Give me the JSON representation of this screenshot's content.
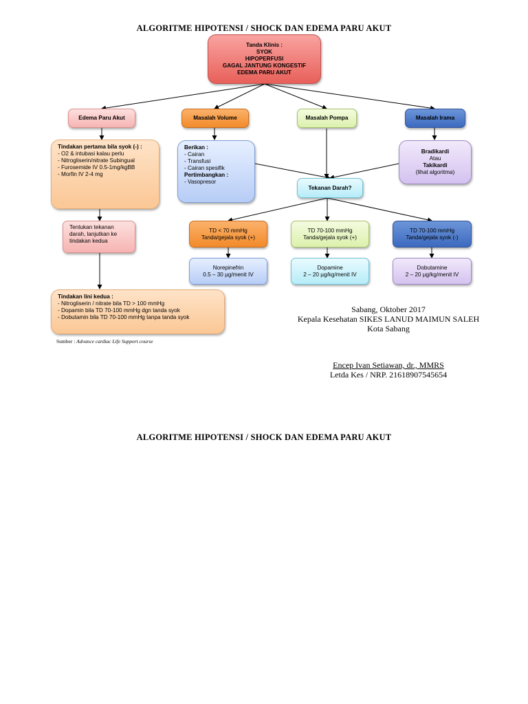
{
  "title": "ALGORITME HIPOTENSI / SHOCK DAN EDEMA PARU AKUT",
  "title_repeat": "ALGORITME HIPOTENSI / SHOCK DAN EDEMA PARU AKUT",
  "top": {
    "line1": "Tanda Klinis :",
    "line2": "SYOK",
    "line3": "HIPOPERFUSI",
    "line4": "GAGAL JANTUNG KONGESTIF",
    "line5": "EDEMA PARU AKUT"
  },
  "branches": {
    "edema": "Edema Paru Akut",
    "volume": "Masalah Volume",
    "pompa": "Masalah Pompa",
    "irama": "Masalah Irama"
  },
  "tindakan_pertama": {
    "heading": "Tindakan pertama bila syok (-) :",
    "items": [
      "- O2 & intubasi kalau perlu",
      "- Nitrogliserin/nitrate Subingual",
      "- Furosemide IV 0.5-1mg/kgBB",
      "- Morfin IV 2-4 mg"
    ]
  },
  "berikan": {
    "heading": "Berikan :",
    "items": [
      "- Cairan",
      "- Transfusi",
      "- Cairan spesifik"
    ],
    "heading2": "Pertimbangkan :",
    "items2": [
      "- Vasopresor"
    ]
  },
  "irama": {
    "line1": "Bradikardi",
    "line2": "Atau",
    "line3": "Takikardi",
    "line4": "(lihat algoritma)"
  },
  "tekanan": "Tekanan Darah?",
  "tentukan": "Tentukan tekanan darah, lanjutkan ke tindakan kedua",
  "td": [
    {
      "line1": "TD < 70 mmHg",
      "line2": "Tanda/gejala syok (+)"
    },
    {
      "line1": "TD 70-100 mmHg",
      "line2": "Tanda/gejala syok (+)"
    },
    {
      "line1": "TD 70-100 mmHg",
      "line2": "Tanda/gejala syok (-)"
    }
  ],
  "drugs": [
    {
      "line1": "Norepinefrin",
      "line2": "0.5 – 30 µg/menit IV"
    },
    {
      "line1": "Dopamine",
      "line2": "2 – 20 µg/kg/menit IV"
    },
    {
      "line1": "Dobutamine",
      "line2": "2 – 20 µg/kg/menit IV"
    }
  ],
  "tindakan_kedua": {
    "heading": "Tindakan lini kedua :",
    "items": [
      "- Nitrogliserin / nitrate bila TD > 100 mmHg",
      "- Dopamin bila TD 70-100 mmHg dgn tanda syok",
      "- Dobutamin bila TD 70-100 mmHg tanpa tanda syok"
    ]
  },
  "source": {
    "prefix": "Sumber : ",
    "text": "Advance cardiac Life Support course"
  },
  "signature": {
    "place_date": "Sabang,  Oktober 2017",
    "position": "Kepala Kesehatan SIKES LANUD MAIMUN SALEH",
    "city": "Kota Sabang",
    "name": "Encep Ivan Setiawan, dr., MMRS",
    "rank": "Letda Kes / NRP. 21618907545654"
  },
  "colors": {
    "arrow": "#000000"
  }
}
